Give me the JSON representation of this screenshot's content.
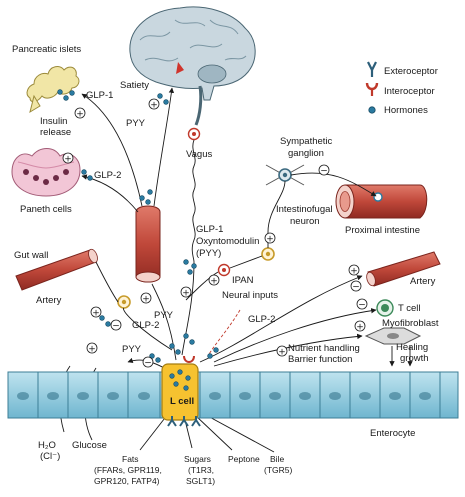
{
  "legend": {
    "exteroceptor": "Exteroceptor",
    "interoceptor": "Interoceptor",
    "hormones": "Hormones",
    "colors": {
      "exteroceptor": "#2d5f7a",
      "interoceptor": "#c0392b",
      "hormones": "#2a7aa0"
    }
  },
  "labels": {
    "pancreatic_islets": "Pancreatic islets",
    "insulin_release_1": "Insulin",
    "insulin_release_2": "release",
    "glp1_top": "GLP-1",
    "satiety": "Satiety",
    "pyy_top": "PYY",
    "vagus": "Vagus",
    "sympathetic_1": "Sympathetic",
    "sympathetic_2": "ganglion",
    "glp2_left": "GLP-2",
    "paneth_cells": "Paneth cells",
    "intestinofugal_1": "Intestinofugal",
    "intestinofugal_2": "neuron",
    "proximal_intestine": "Proximal intestine",
    "gut_wall": "Gut wall",
    "glp1_oxm_1": "GLP-1",
    "glp1_oxm_2": "Oxyntomodulin",
    "glp1_oxm_3": "(PYY)",
    "ipan": "IPAN",
    "artery_left": "Artery",
    "artery_right": "Artery",
    "neural_inputs": "Neural inputs",
    "t_cell": "T cell",
    "myofibroblast": "Myofibroblast",
    "glp2_mid": "GLP-2",
    "pyy_mid": "PYY",
    "glp2_right": "GLP-2",
    "pyy_low": "PYY",
    "nutrient_handling": "Nutrient handling",
    "barrier_function": "Barrier function",
    "healing_1": "Healing",
    "healing_2": "growth",
    "l_cell": "L cell",
    "enterocyte": "Enterocyte",
    "water": "H₂O",
    "chloride": "(Cl⁻)",
    "glucose": "Glucose",
    "fats_1": "Fats",
    "fats_2": "(FFARs, GPR119,",
    "fats_3": "GPR120, FATP4)",
    "sugars_1": "Sugars",
    "sugars_2": "(T1R3,",
    "sugars_3": "SGLT1)",
    "peptone": "Peptone",
    "bile_1": "Bile",
    "bile_2": "(TGR5)"
  },
  "signs": {
    "plus": "+",
    "minus": "−"
  }
}
